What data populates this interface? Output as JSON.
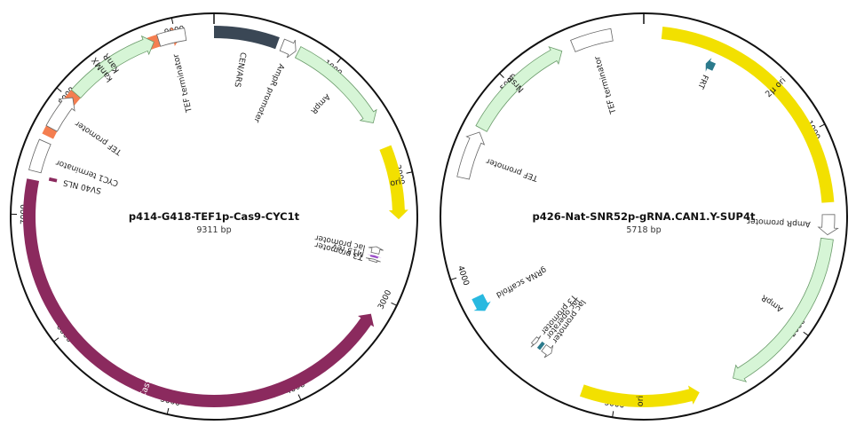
{
  "plasmids": [
    {
      "name": "p414-G418-TEF1p-Cas9-CYC1t",
      "length_label": "9311 bp",
      "length_bp": 9311,
      "ticks": [
        {
          "bp": 1000,
          "label": "1000"
        },
        {
          "bp": 2000,
          "label": "2000"
        },
        {
          "bp": 3000,
          "label": "3000"
        },
        {
          "bp": 4000,
          "label": "4000"
        },
        {
          "bp": 5000,
          "label": "5000"
        },
        {
          "bp": 6000,
          "label": "6000"
        },
        {
          "bp": 7000,
          "label": "7000"
        },
        {
          "bp": 8000,
          "label": "8000"
        },
        {
          "bp": 9000,
          "label": "9000"
        }
      ],
      "features": [
        {
          "name": "CEN/ARS",
          "start": 0,
          "end": 520,
          "direction": "none",
          "color": "#3a4755",
          "label_pos": "inside"
        },
        {
          "name": "AmpR promoter",
          "start": 560,
          "end": 680,
          "direction": "forward",
          "color": "#ffffff",
          "label_pos": "inside-text"
        },
        {
          "name": "AmpR",
          "start": 700,
          "end": 1540,
          "direction": "forward",
          "color": "#d6f5d6",
          "label_pos": "inside-text"
        },
        {
          "name": "ori",
          "start": 1760,
          "end": 2350,
          "direction": "forward",
          "color": "#f2e000",
          "label_pos": "on"
        },
        {
          "name": "lac promoter",
          "start": 2600,
          "end": 2660,
          "direction": "reverse",
          "color": "#ffffff",
          "label_pos": "inside-text"
        },
        {
          "name": "M13 rev",
          "start": 2680,
          "end": 2700,
          "direction": "reverse",
          "color": "#9b4dc8",
          "label_pos": "inside-text"
        },
        {
          "name": "T3 promoter",
          "start": 2715,
          "end": 2735,
          "direction": "reverse",
          "color": "#ffffff",
          "label_pos": "inside-text"
        },
        {
          "name": "Cas9",
          "start": 3150,
          "end": 7280,
          "direction": "reverse",
          "color": "#8b2a5e",
          "label_pos": "on"
        },
        {
          "name": "SV40 NLS",
          "start": 7300,
          "end": 7330,
          "direction": "none",
          "color": "#8b2a5e",
          "label_pos": "inside-text"
        },
        {
          "name": "CYC1 terminator",
          "start": 7350,
          "end": 7600,
          "direction": "none",
          "color": "#ffffff",
          "label_pos": "inside-text"
        },
        {
          "name": "kanMX",
          "start": 7650,
          "end": 9050,
          "direction": "forward",
          "color": "#f47e50",
          "label_pos": "on"
        },
        {
          "name": "TEF promoter",
          "start": 7720,
          "end": 8020,
          "direction": "forward",
          "color": "#ffffff",
          "label_pos": "inside-text"
        },
        {
          "name": "KanR",
          "start": 8060,
          "end": 8820,
          "direction": "forward",
          "color": "#d6f5d6",
          "label_pos": "on"
        },
        {
          "name": "TEF terminator",
          "start": 8860,
          "end": 9080,
          "direction": "none",
          "color": "#ffffff",
          "label_pos": "inside-text"
        }
      ]
    },
    {
      "name": "p426-Nat-SNR52p-gRNA.CAN1.Y-SUP4t",
      "length_label": "5718 bp",
      "length_bp": 5718,
      "ticks": [
        {
          "bp": 1000,
          "label": "1000"
        },
        {
          "bp": 2000,
          "label": "2000"
        },
        {
          "bp": 3000,
          "label": "3000"
        },
        {
          "bp": 4000,
          "label": "4000"
        },
        {
          "bp": 5000,
          "label": "5000"
        }
      ],
      "features": [
        {
          "name": "2µ ori",
          "start": 90,
          "end": 1360,
          "direction": "none",
          "color": "#f2e000",
          "label_pos": "on"
        },
        {
          "name": "FRT",
          "start": 350,
          "end": 400,
          "direction": "reverse",
          "color": "#2b7a8c",
          "label_pos": "inside-text"
        },
        {
          "name": "AmpR promoter",
          "start": 1420,
          "end": 1520,
          "direction": "forward",
          "color": "#ffffff",
          "label_pos": "inside-text"
        },
        {
          "name": "AmpR",
          "start": 1540,
          "end": 2400,
          "direction": "forward",
          "color": "#d6f5d6",
          "label_pos": "inside-text"
        },
        {
          "name": "ori",
          "start": 2580,
          "end": 3170,
          "direction": "reverse",
          "color": "#f2e000",
          "label_pos": "on"
        },
        {
          "name": "lac promoter",
          "start": 3400,
          "end": 3450,
          "direction": "reverse",
          "color": "#ffffff",
          "label_pos": "inside-text"
        },
        {
          "name": "lac operator",
          "start": 3460,
          "end": 3480,
          "direction": "none",
          "color": "#2b7a8c",
          "label_pos": "inside-text"
        },
        {
          "name": "T3 promoter",
          "start": 3500,
          "end": 3520,
          "direction": "reverse",
          "color": "#ffffff",
          "label_pos": "inside-text"
        },
        {
          "name": "gRNA scaffold",
          "start": 3800,
          "end": 3880,
          "direction": "reverse",
          "color": "#29b9e0",
          "label_pos": "inside-text"
        },
        {
          "name": "TEF promoter",
          "start": 4480,
          "end": 4720,
          "direction": "forward",
          "color": "#ffffff",
          "label_pos": "inside-text"
        },
        {
          "name": "NrsR",
          "start": 4740,
          "end": 5300,
          "direction": "forward",
          "color": "#d6f5d6",
          "label_pos": "on"
        },
        {
          "name": "TEF terminator",
          "start": 5360,
          "end": 5560,
          "direction": "none",
          "color": "#ffffff",
          "label_pos": "inside-text"
        }
      ]
    }
  ]
}
